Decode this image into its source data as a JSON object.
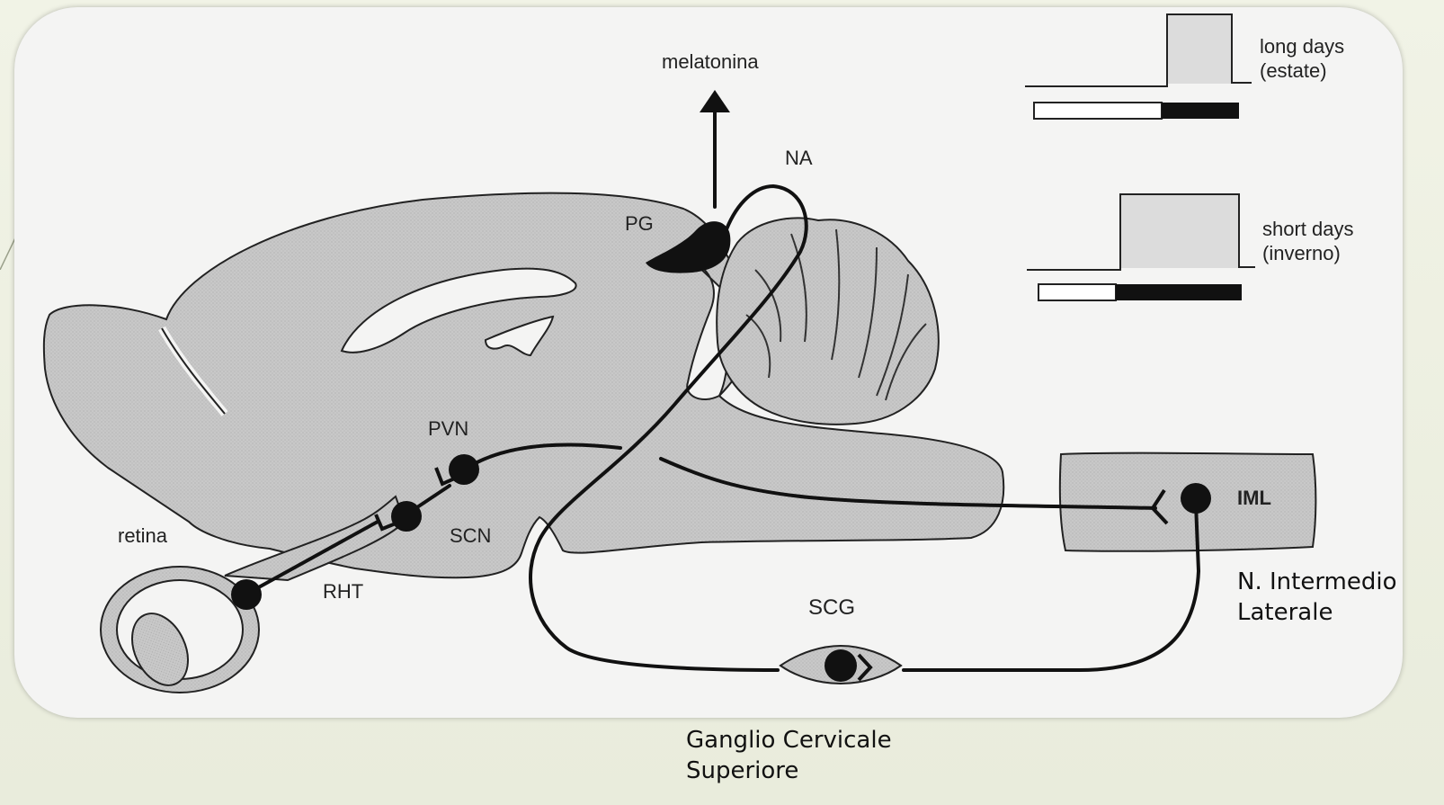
{
  "labels": {
    "melatonina": "melatonina",
    "na": "NA",
    "pg": "PG",
    "pvn": "PVN",
    "scn": "SCN",
    "retina": "retina",
    "rht": "RHT",
    "scg": "SCG",
    "iml": "IML"
  },
  "legend": {
    "long_days_line1": "long days",
    "long_days_line2": "(estate)",
    "short_days_line1": "short days",
    "short_days_line2": "(inverno)"
  },
  "captions": {
    "iml_line1": "N. Intermedio",
    "iml_line2": "Laterale",
    "scg_line1": "Ganglio Cervicale",
    "scg_line2": "Superiore"
  },
  "colors": {
    "tissue": "#c9c9c9",
    "ink": "#111111",
    "panel": "#f4f4f3"
  }
}
